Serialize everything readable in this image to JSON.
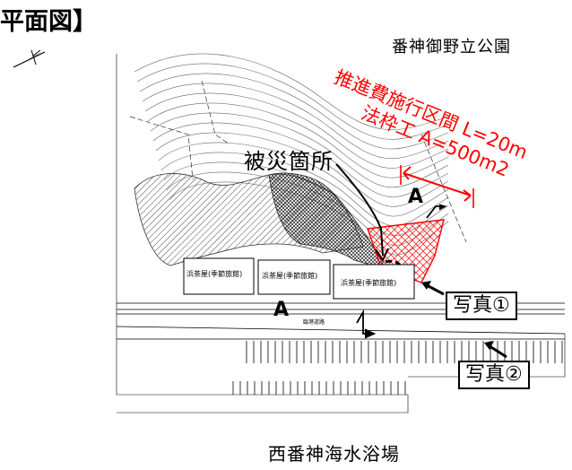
{
  "title": "平面図】",
  "park_label": "番神御野立公園",
  "beach_label": "西番神海水浴場",
  "damage_label": "被災箇所",
  "section_label_1": "推進費施行区間 L=20m",
  "section_label_2": "法枠工 A=500m2",
  "photo1_label": "写真①",
  "photo2_label": "写真②",
  "section_mark_a": "A",
  "buildings": [
    "浜茶屋(季節旅館)",
    "浜茶屋(季節旅館)",
    "浜茶屋(季節旅館)"
  ],
  "road_label": "臨港道路",
  "colors": {
    "red_zone": "#ff0000",
    "line": "#000000",
    "contour": "#555555"
  },
  "icons": [
    "north-arrow-icon"
  ]
}
